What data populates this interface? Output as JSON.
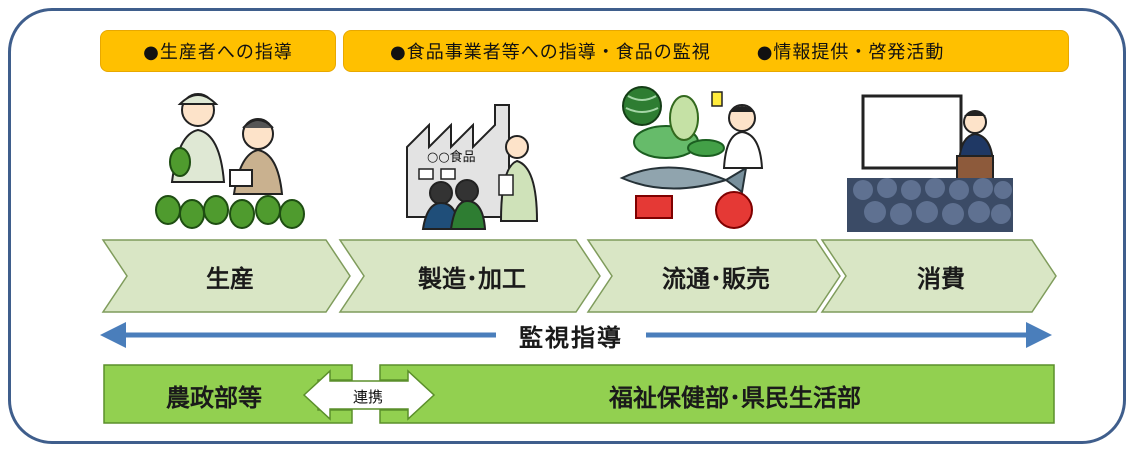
{
  "guidance_tags": [
    "●生産者への指導",
    "●食品事業者等への指導・食品の監視",
    "●情報提供・啓発活動"
  ],
  "stages": [
    "生産",
    "製造･加工",
    "流通･販売",
    "消費"
  ],
  "factory_sign": "○○食品",
  "monitoring_label": "監視指導",
  "organizations": {
    "left": "農政部等",
    "cooperation": "連携",
    "right": "福祉保健部･県民生活部"
  },
  "colors": {
    "frame": "#3f5e8c",
    "tag": "#ffc000",
    "chevron": "#d9e6c5",
    "arrow": "#4a7ebb",
    "org_bar": "#92d050"
  }
}
